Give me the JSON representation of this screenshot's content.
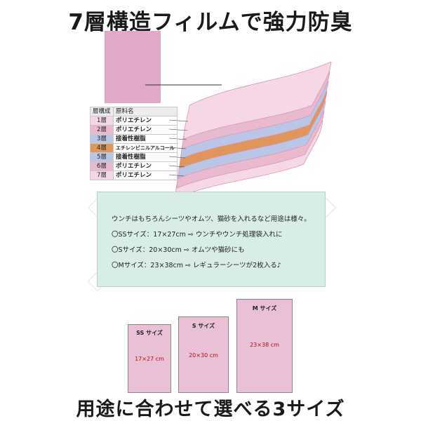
{
  "header": {
    "title": "7層構造フィルムで強力防臭"
  },
  "layer_table": {
    "headers": [
      "層構成",
      "原料名"
    ],
    "rows": [
      {
        "layer": "1層",
        "material": "ポリエチレン",
        "color": "#f6d7e6"
      },
      {
        "layer": "2層",
        "material": "ポリエチレン",
        "color": "#e8b9cf"
      },
      {
        "layer": "3層",
        "material": "接着性樹脂",
        "color": "#b9c6e6"
      },
      {
        "layer": "4層",
        "material": "エチレンビニルアルコール",
        "color": "#e0965a"
      },
      {
        "layer": "5層",
        "material": "接着性樹脂",
        "color": "#b9c6e6"
      },
      {
        "layer": "6層",
        "material": "ポリエチレン",
        "color": "#e8b9cf"
      },
      {
        "layer": "7層",
        "material": "ポリエチレン",
        "color": "#f6d7e6"
      }
    ]
  },
  "info": {
    "line1": "ウンチはもちろんシーツやオムツ、猫砂を入れるなど用途は様々。",
    "line2": "〇SSサイズ：17×27cm ⇨ ウンチやウンチ処理袋入れに",
    "line3": "〇Sサイズ：20×30cm ⇨ オムツや猫砂にも",
    "line4": "〇Mサイズ：23×38cm ⇨ レギュラーシーツが2枚入る♪"
  },
  "sizes": [
    {
      "label": "SS サイズ",
      "dim": "17×27 cm"
    },
    {
      "label": "S サイズ",
      "dim": "20×30 cm"
    },
    {
      "label": "M サイズ",
      "dim": "23×38 cm"
    }
  ],
  "footer": {
    "title": "用途に合わせて選べる3サイズ"
  },
  "colors": {
    "pink": "#e2a8c8",
    "light_pink": "#f6d7e6",
    "blue": "#b9c6e6",
    "orange": "#e0965a",
    "info_bg": "#d7ede5",
    "sample": "#e9c0d6"
  }
}
